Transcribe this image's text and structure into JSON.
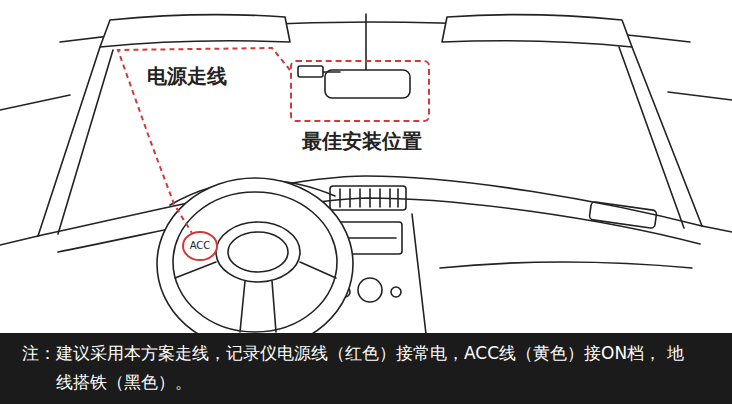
{
  "diagram": {
    "nodes": [
      {
        "text": [
          "最佳安装位置"
        ]
      },
      {
        "text": [
          "ACC"
        ]
      },
      {
        "text": [
          "注：建议采用本方案走线，记录仪电源线（红色）接常电，ACC线（黄色）接ON档， 地线搭铁（黑色）。"
        ]
      }
    ],
    "edges": [
      {
        "from": 0,
        "to": 1,
        "arrow": "none"
      }
    ],
    "labels": [
      "电源走线"
    ]
  }
}
